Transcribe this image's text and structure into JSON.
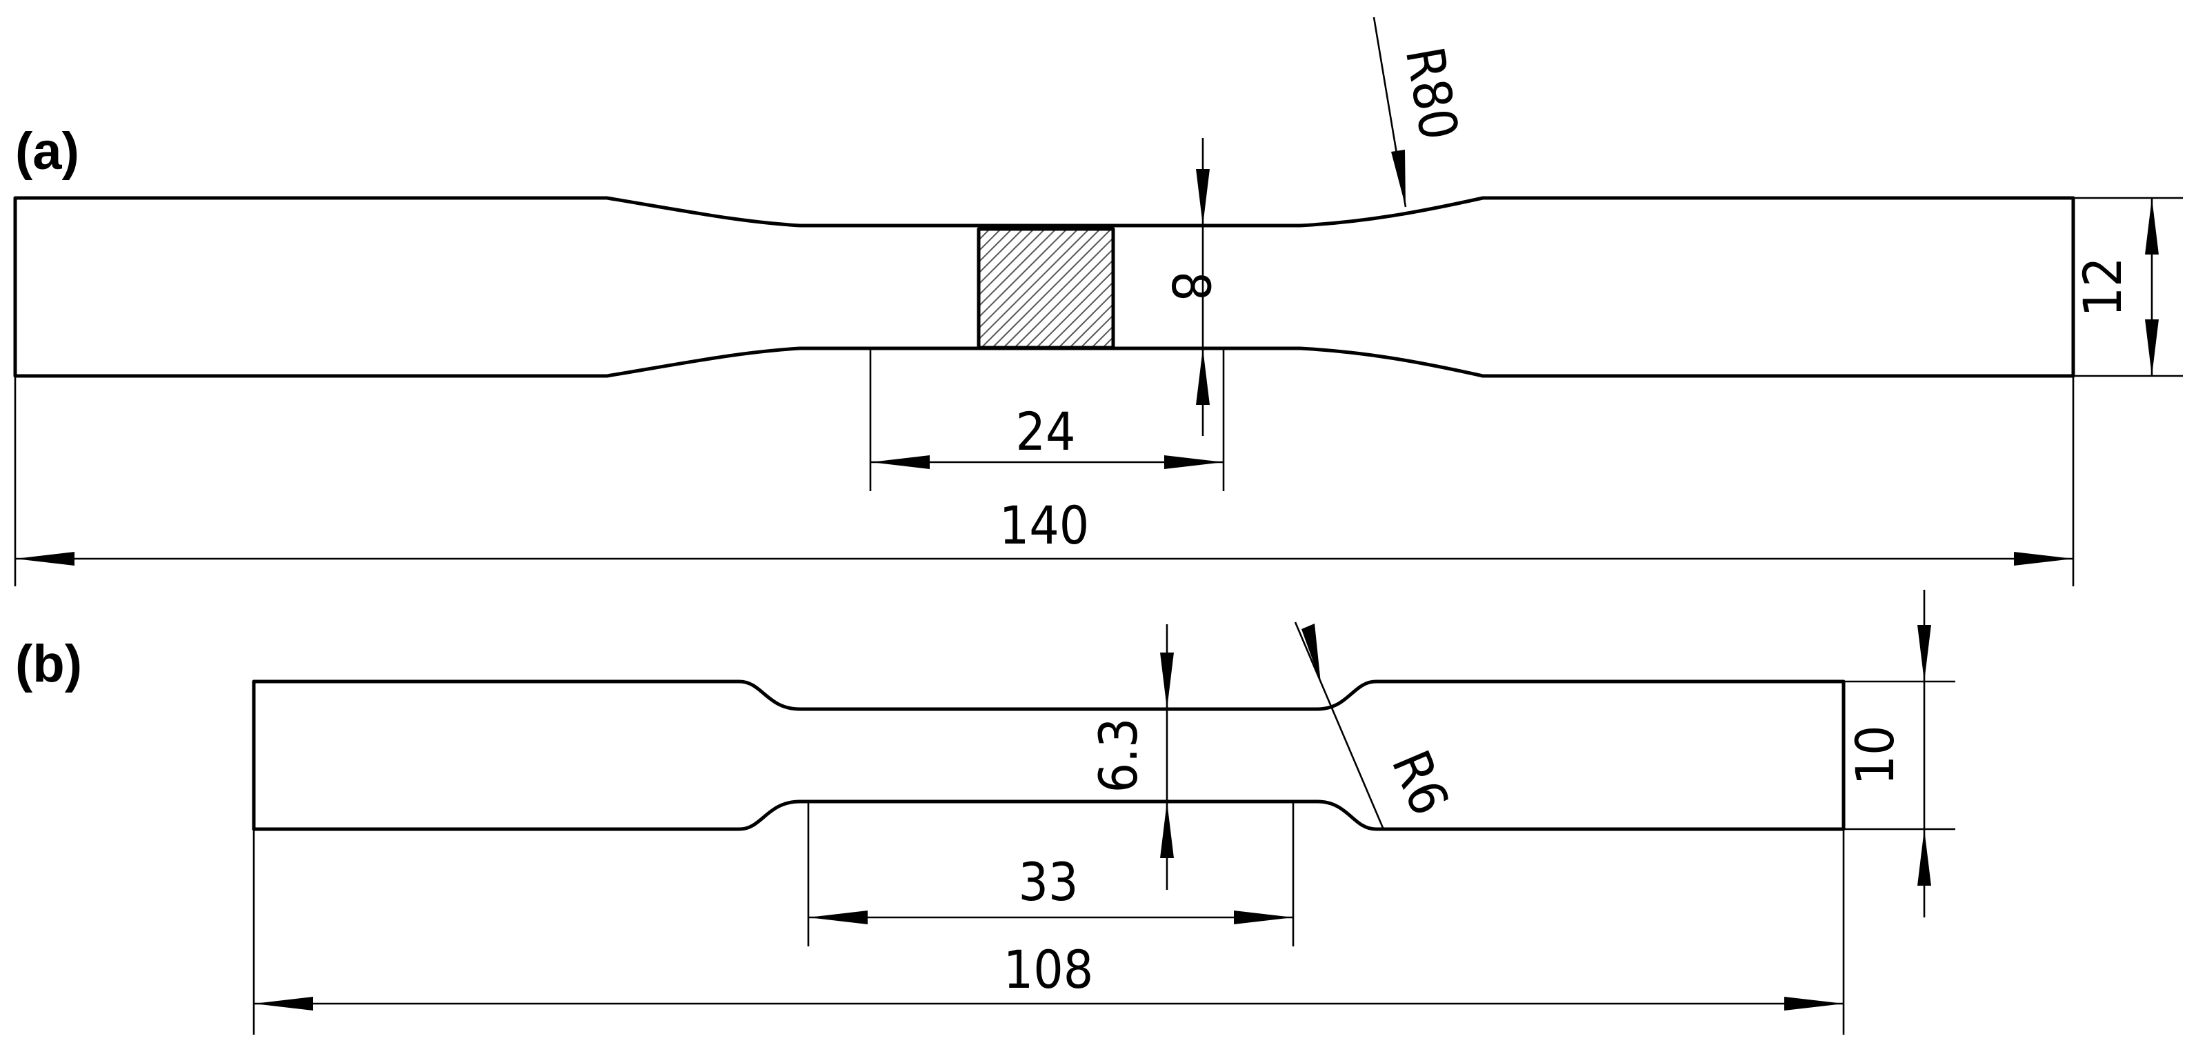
{
  "diagram": {
    "panel_a": {
      "label": "(a)",
      "dimensions": {
        "overall_length": "140",
        "gauge_length": "24",
        "gauge_width": "8",
        "grip_width": "12",
        "radius": "R80"
      }
    },
    "panel_b": {
      "label": "(b)",
      "dimensions": {
        "overall_length": "108",
        "gauge_length": "33",
        "gauge_width": "6.3",
        "grip_width": "10",
        "radius": "R6"
      }
    }
  }
}
